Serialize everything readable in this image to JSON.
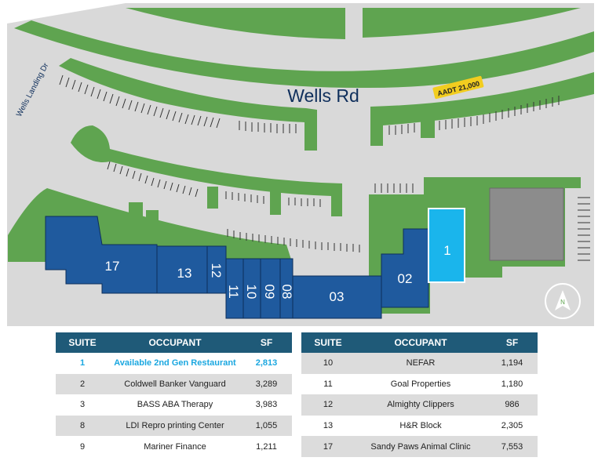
{
  "map": {
    "road_label": "Wells Rd",
    "traffic_label": "AADT 21,000",
    "side_road_label": "Wells Landing Dr",
    "suite_labels": {
      "s17": "17",
      "s13": "13",
      "s12": "12",
      "s11": "11",
      "s10": "10",
      "s09": "09",
      "s08": "08",
      "s03": "03",
      "s02": "02",
      "s1": "1"
    },
    "colors": {
      "grass": "#5fa450",
      "pavement": "#d9d9d9",
      "suite_blue": "#1f5a9e",
      "available_blue": "#1ab5ec",
      "outparcel_gray": "#8c8c8c",
      "label_navy": "#0f2f5c",
      "traffic_yellow": "#f2cd1f"
    },
    "north_icon": "north-arrow-icon"
  },
  "tables": {
    "headers": {
      "suite": "SUITE",
      "occupant": "OCCUPANT",
      "sf": "SF"
    },
    "header_color": "#1f5a78",
    "highlight_color": "#1aa7e0",
    "left": [
      {
        "suite": "1",
        "occupant": "Available 2nd Gen Restaurant",
        "sf": "2,813",
        "highlight": true
      },
      {
        "suite": "2",
        "occupant": "Coldwell Banker Vanguard",
        "sf": "3,289"
      },
      {
        "suite": "3",
        "occupant": "BASS ABA Therapy",
        "sf": "3,983"
      },
      {
        "suite": "8",
        "occupant": "LDI Repro printing Center",
        "sf": "1,055"
      },
      {
        "suite": "9",
        "occupant": "Mariner Finance",
        "sf": "1,211"
      }
    ],
    "right": [
      {
        "suite": "10",
        "occupant": "NEFAR",
        "sf": "1,194"
      },
      {
        "suite": "11",
        "occupant": "Goal Properties",
        "sf": "1,180"
      },
      {
        "suite": "12",
        "occupant": "Almighty Clippers",
        "sf": "986"
      },
      {
        "suite": "13",
        "occupant": "H&R Block",
        "sf": "2,305"
      },
      {
        "suite": "17",
        "occupant": "Sandy Paws Animal Clinic",
        "sf": "7,553"
      }
    ]
  }
}
